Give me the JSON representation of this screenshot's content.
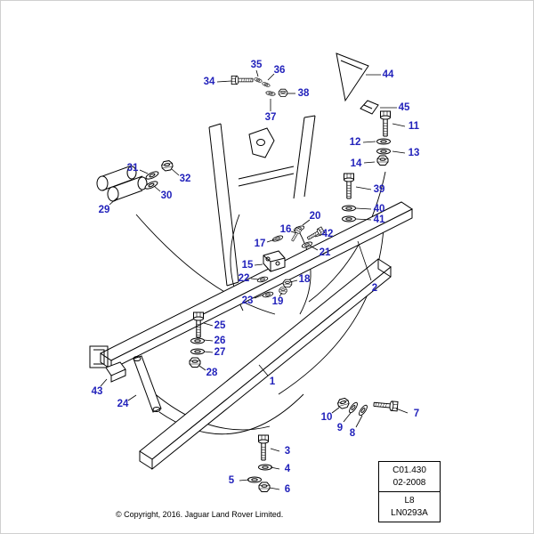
{
  "page": {
    "background": "#ffffff",
    "copyright": "© Copyright, 2016. Jaguar Land Rover Limited."
  },
  "info_box": {
    "catalogue_code": "C01.430",
    "date": "02-2008",
    "sheet": "L8",
    "drawing_ref": "LN0293A"
  },
  "diagram": {
    "colors": {
      "callout": "#2222bb",
      "line": "#000000"
    },
    "callouts": [
      {
        "id": "1",
        "label": [
          305,
          428
        ],
        "line": [
          300,
          421,
          290,
          409
        ]
      },
      {
        "id": "2",
        "label": [
          420,
          323
        ],
        "line": [
          416,
          314,
          401,
          270
        ]
      },
      {
        "id": "3",
        "label": [
          322,
          506
        ],
        "line": [
          313,
          506,
          303,
          503
        ]
      },
      {
        "id": "4",
        "label": [
          322,
          526
        ],
        "line": [
          313,
          526,
          303,
          524
        ]
      },
      {
        "id": "5",
        "label": [
          259,
          539
        ],
        "line": [
          268,
          539,
          279,
          538
        ]
      },
      {
        "id": "6",
        "label": [
          322,
          549
        ],
        "line": [
          313,
          549,
          302,
          547
        ]
      },
      {
        "id": "7",
        "label": [
          467,
          464
        ],
        "line": [
          457,
          463,
          444,
          458
        ]
      },
      {
        "id": "8",
        "label": [
          395,
          486
        ],
        "line": [
          399,
          479,
          406,
          466
        ]
      },
      {
        "id": "9",
        "label": [
          381,
          480
        ],
        "line": [
          385,
          473,
          393,
          463
        ]
      },
      {
        "id": "10",
        "label": [
          366,
          468
        ],
        "line": [
          372,
          463,
          380,
          457
        ]
      },
      {
        "id": "11",
        "label": [
          464,
          141
        ],
        "line": [
          454,
          141,
          440,
          138
        ]
      },
      {
        "id": "12",
        "label": [
          398,
          159
        ],
        "line": [
          407,
          159,
          421,
          158
        ]
      },
      {
        "id": "13",
        "label": [
          464,
          171
        ],
        "line": [
          454,
          171,
          440,
          169
        ]
      },
      {
        "id": "14",
        "label": [
          399,
          183
        ],
        "line": [
          408,
          182,
          420,
          181
        ]
      },
      {
        "id": "15",
        "label": [
          277,
          297
        ],
        "line": [
          285,
          297,
          294,
          296
        ]
      },
      {
        "id": "16",
        "label": [
          320,
          257
        ],
        "line": [
          326,
          259,
          332,
          261
        ]
      },
      {
        "id": "17",
        "label": [
          291,
          273
        ],
        "line": [
          299,
          271,
          308,
          268
        ]
      },
      {
        "id": "18",
        "label": [
          341,
          313
        ],
        "line": [
          333,
          314,
          325,
          316
        ]
      },
      {
        "id": "19",
        "label": [
          311,
          338
        ],
        "line": [
          313,
          332,
          316,
          328
        ]
      },
      {
        "id": "20",
        "label": [
          353,
          242
        ],
        "line": [
          347,
          246,
          339,
          252
        ]
      },
      {
        "id": "21",
        "label": [
          364,
          283
        ],
        "line": [
          356,
          280,
          347,
          275
        ]
      },
      {
        "id": "22",
        "label": [
          273,
          312
        ],
        "line": [
          281,
          312,
          290,
          313
        ]
      },
      {
        "id": "23",
        "label": [
          277,
          337
        ],
        "line": [
          285,
          334,
          295,
          330
        ]
      },
      {
        "id": "24",
        "label": [
          137,
          453
        ],
        "line": [
          143,
          449,
          152,
          443
        ]
      },
      {
        "id": "25",
        "label": [
          246,
          365
        ],
        "line": [
          238,
          365,
          228,
          362
        ]
      },
      {
        "id": "26",
        "label": [
          246,
          382
        ],
        "line": [
          238,
          382,
          228,
          381
        ]
      },
      {
        "id": "27",
        "label": [
          246,
          395
        ],
        "line": [
          238,
          395,
          228,
          394
        ]
      },
      {
        "id": "28",
        "label": [
          237,
          418
        ],
        "line": [
          230,
          415,
          223,
          410
        ]
      },
      {
        "id": "29",
        "label": [
          116,
          235
        ],
        "line": [
          122,
          229,
          131,
          221
        ]
      },
      {
        "id": "30",
        "label": [
          186,
          219
        ],
        "line": [
          179,
          214,
          172,
          208
        ]
      },
      {
        "id": "31",
        "label": [
          148,
          188
        ],
        "line": [
          156,
          190,
          165,
          194
        ]
      },
      {
        "id": "32",
        "label": [
          207,
          200
        ],
        "line": [
          200,
          196,
          192,
          189
        ]
      },
      {
        "id": "34",
        "label": [
          234,
          91
        ],
        "line": [
          243,
          91,
          259,
          90
        ]
      },
      {
        "id": "35",
        "label": [
          287,
          72
        ],
        "line": [
          287,
          78,
          289,
          85
        ]
      },
      {
        "id": "36",
        "label": [
          313,
          78
        ],
        "line": [
          307,
          82,
          300,
          89
        ]
      },
      {
        "id": "37",
        "label": [
          303,
          131
        ],
        "line": [
          303,
          124,
          303,
          110
        ]
      },
      {
        "id": "38",
        "label": [
          340,
          104
        ],
        "line": [
          331,
          104,
          322,
          104
        ]
      },
      {
        "id": "39",
        "label": [
          425,
          212
        ],
        "line": [
          416,
          212,
          399,
          209
        ]
      },
      {
        "id": "40",
        "label": [
          425,
          234
        ],
        "line": [
          416,
          234,
          399,
          233
        ]
      },
      {
        "id": "41",
        "label": [
          425,
          246
        ],
        "line": [
          416,
          246,
          399,
          245
        ]
      },
      {
        "id": "42",
        "label": [
          367,
          262
        ],
        "line": [
          360,
          263,
          353,
          265
        ]
      },
      {
        "id": "43",
        "label": [
          108,
          439
        ],
        "line": [
          112,
          433,
          119,
          425
        ]
      },
      {
        "id": "44",
        "label": [
          435,
          83
        ],
        "line": [
          427,
          83,
          410,
          83
        ]
      },
      {
        "id": "45",
        "label": [
          453,
          120
        ],
        "line": [
          445,
          120,
          426,
          120
        ]
      }
    ]
  }
}
